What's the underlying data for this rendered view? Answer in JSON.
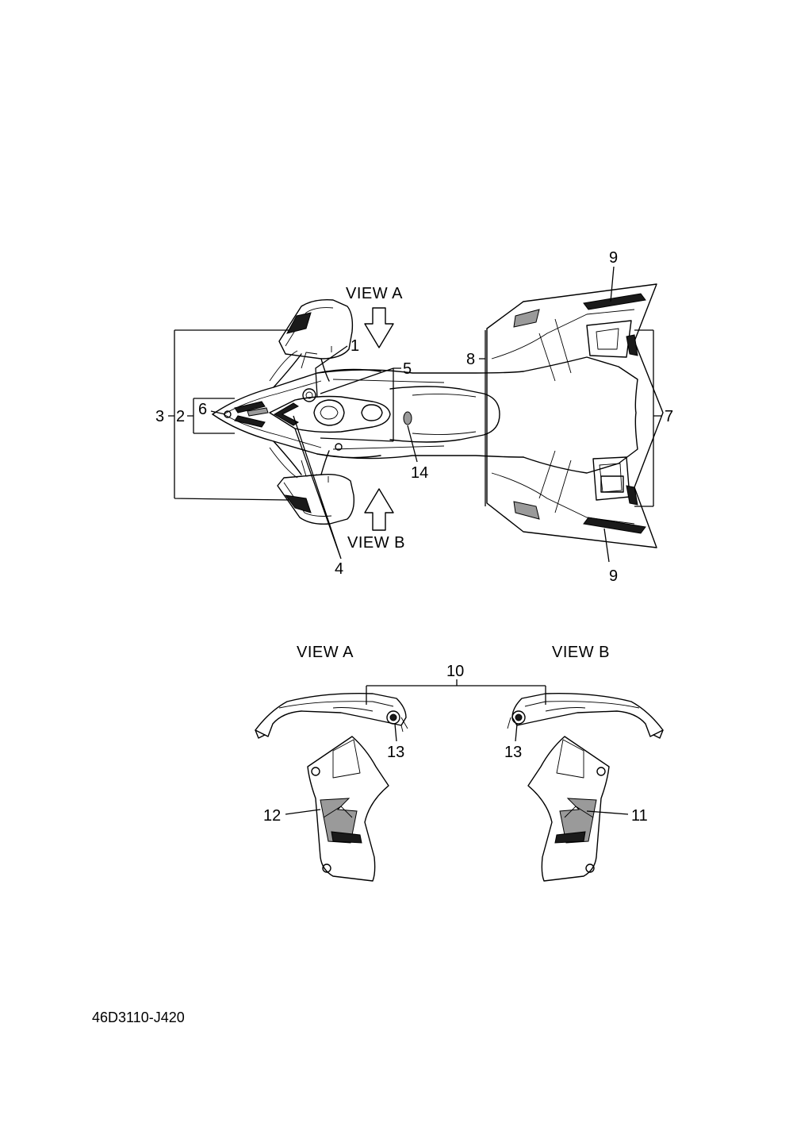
{
  "diagram_code": "46D3110-J420",
  "view_labels": {
    "top_view_a": "VIEW A",
    "top_view_b": "VIEW B",
    "detail_view_a": "VIEW A",
    "detail_view_b": "VIEW B"
  },
  "callouts": {
    "c1": "1",
    "c2": "2",
    "c3": "3",
    "c4": "4",
    "c5": "5",
    "c6": "6",
    "c7": "7",
    "c8": "8",
    "c9_top": "9",
    "c9_bottom": "9",
    "c10": "10",
    "c11": "11",
    "c12": "12",
    "c13_left": "13",
    "c13_right": "13",
    "c14": "14"
  }
}
